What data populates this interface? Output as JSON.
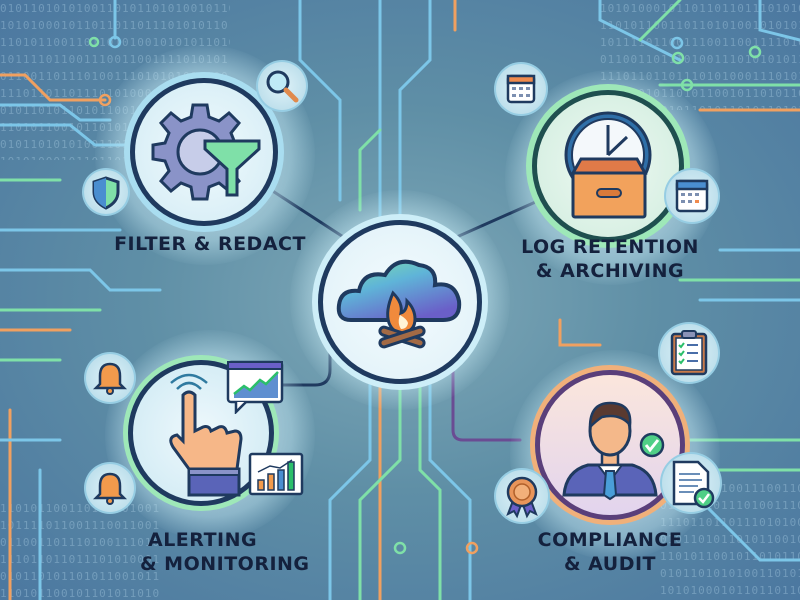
{
  "diagram": {
    "center": {
      "icon": "cloud-campfire-icon"
    },
    "nodes": [
      {
        "id": "filter",
        "label_line1": "FILTER & REDACT",
        "icon": "gear-funnel-icon",
        "satellites": [
          "magnifier-icon",
          "shield-icon"
        ]
      },
      {
        "id": "retention",
        "label_line1": "LOG RETENTION",
        "label_line2": "& ARCHIVING",
        "icon": "clock-archive-box-icon",
        "satellites": [
          "calendar-icon",
          "calendar-icon"
        ]
      },
      {
        "id": "alerting",
        "label_line1": "ALERTING",
        "label_line2": "& MONITORING",
        "icon": "pointing-hand-icon",
        "satellites": [
          "bell-icon",
          "bell-icon",
          "line-chart-window-icon",
          "bar-chart-icon"
        ]
      },
      {
        "id": "compliance",
        "label_line1": "COMPLIANCE",
        "label_line2": "& AUDIT",
        "icon": "auditor-person-icon",
        "satellites": [
          "clipboard-checklist-icon",
          "award-ribbon-icon",
          "document-check-icon",
          "check-badge-icon"
        ]
      }
    ],
    "colors": {
      "background": "#5f8fa6",
      "outline": "#1f3a5f",
      "accent_green": "#7fe0a8",
      "accent_orange": "#f0a060",
      "accent_blue": "#7cc6e8",
      "accent_purple": "#6a4c93",
      "label_text": "#14213d"
    }
  },
  "background": {
    "binary_rows": [
      "0101101010100110101101010010110101",
      "1010100010110110110111010101101001",
      "1101011001101101010010101011010110",
      "1011110110011100110011110101011101",
      "0110011011101001110101010111001011",
      "1110110110111010100011101011011010",
      "0101101011010110010110101101100110",
      "1101011001011010110101101011010101"
    ]
  }
}
